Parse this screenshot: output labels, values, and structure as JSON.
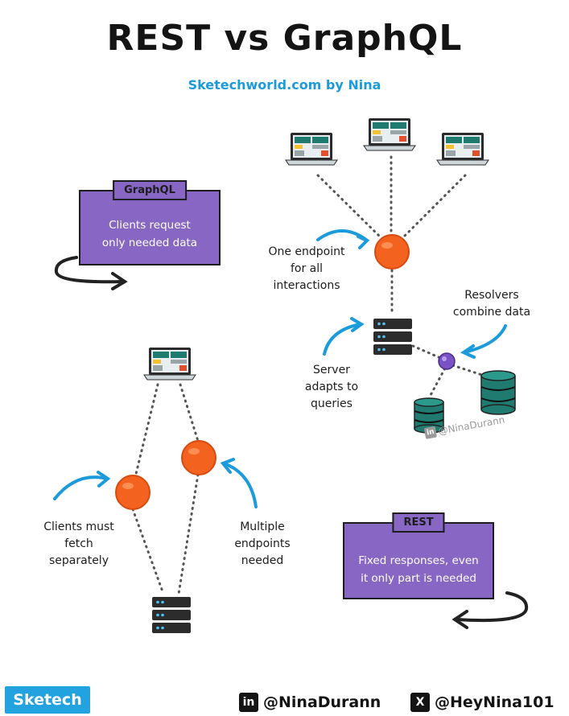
{
  "header": {
    "title": "REST vs GraphQL",
    "subtitle": "Sketechworld.com by Nina"
  },
  "graphql": {
    "card_tag": "GraphQL",
    "card_text": "Clients request\nonly needed data",
    "note_endpoint": "One endpoint\nfor all\ninteractions",
    "note_resolvers": "Resolvers\ncombine data",
    "note_server": "Server\nadapts to\nqueries",
    "watermark": "@NinaDurann"
  },
  "rest": {
    "card_tag": "REST",
    "card_text": "Fixed responses, even\nit only part is needed",
    "note_clients": "Clients must\nfetch\nseparately",
    "note_endpoints": "Multiple\nendpoints\nneeded"
  },
  "footer": {
    "brand": "Sketech",
    "linkedin_handle": "@NinaDurann",
    "x_handle": "@HeyNina101",
    "linkedin_icon": "linkedin-icon",
    "x_icon": "x-logo-icon"
  },
  "colors": {
    "accent_blue": "#1c9bdc",
    "card_purple": "#8867c4",
    "endpoint_orange": "#f4621f",
    "resolver_purple": "#7a52c4",
    "db_teal": "#1f7a70"
  }
}
